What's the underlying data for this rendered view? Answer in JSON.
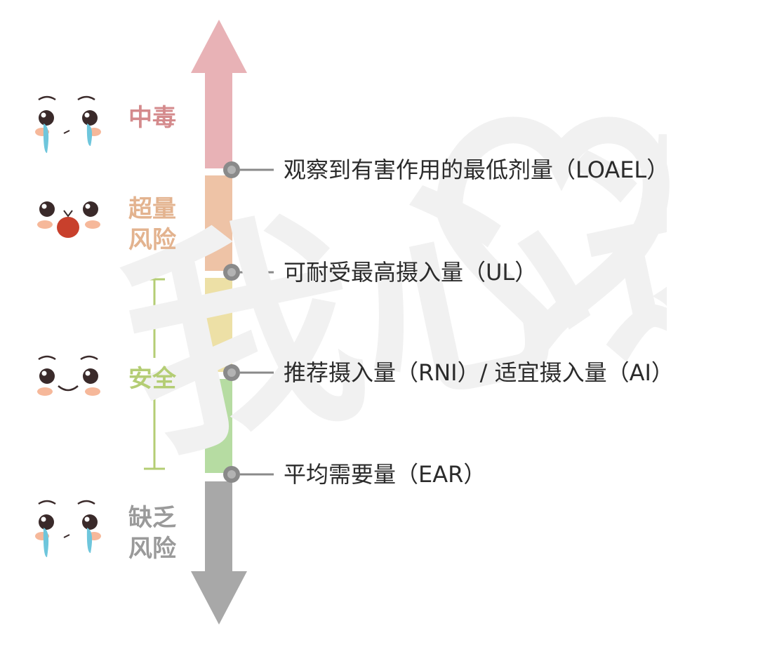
{
  "colors": {
    "toxic": "#e8b2b6",
    "excess": "#eec3a6",
    "safe_upper": "#ede0a6",
    "safe_lower": "#b6dca2",
    "deficiency": "#a8a8a8",
    "label_toxic": "#d48a8c",
    "label_excess": "#e3b38f",
    "label_safe": "#b4cd74",
    "label_deficiency": "#9a9a9a",
    "marker_dot": "#8a8a8a",
    "marker_text": "#2b2b2b",
    "face_eye": "#3a2a2a",
    "face_blush": "#f6b89a",
    "face_tear": "#6ec6dc",
    "face_mouth": "#c8402c",
    "watermark": "#f1f1f1"
  },
  "zones": {
    "toxic": "中毒",
    "excess_line1": "超量",
    "excess_line2": "风险",
    "safe": "安全",
    "deficiency_line1": "缺乏",
    "deficiency_line2": "风险"
  },
  "markers": {
    "loael": "观察到有害作用的最低剂量（LOAEL）",
    "ul": "可耐受最高摄入量（UL）",
    "rni_ai": "推荐摄入量（RNI）/  适宜摄入量（AI）",
    "ear": "平均需要量（EAR）"
  },
  "watermark": {
    "text": "我心选"
  }
}
